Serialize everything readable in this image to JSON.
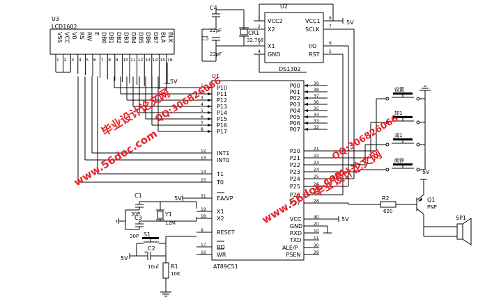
{
  "lcd": {
    "ref": "U3",
    "model": "LCD1602",
    "pins": [
      "VSS",
      "VCC",
      "V0",
      "RS",
      "RW",
      "E",
      "DB0",
      "DB1",
      "DB2",
      "DB3",
      "DB4",
      "DB5",
      "DB6",
      "DB7",
      "BLA",
      "BLK"
    ],
    "pin_numbers": [
      "1",
      "2",
      "3",
      "4",
      "5",
      "6",
      "7",
      "8",
      "9",
      "10",
      "11",
      "12",
      "13",
      "14",
      "15",
      "16"
    ],
    "supply": "5V"
  },
  "rtc": {
    "ref": "U2",
    "model": "DS1302",
    "left_pins": [
      {
        "no": "1",
        "name": "VCC2"
      },
      {
        "no": "2",
        "name": "X2"
      },
      {
        "no": "3",
        "name": "X1"
      },
      {
        "no": "4",
        "name": "GND"
      }
    ],
    "right_pins": [
      {
        "no": "8",
        "name": "VCC1"
      },
      {
        "no": "7",
        "name": "SCLK"
      },
      {
        "no": "6",
        "name": "I/O"
      },
      {
        "no": "5",
        "name": "RST"
      }
    ],
    "supply": "5V"
  },
  "crystal_rtc": {
    "c4_ref": "C4",
    "c4_value": "22pF",
    "c5_ref": "C5",
    "c5_value": "22pF",
    "xtal_ref": "CR1",
    "xtal_value": "32.768"
  },
  "mcu": {
    "ref": "U1",
    "model": "AT89C51",
    "left_pins": [
      {
        "no": "1",
        "name": "P10"
      },
      {
        "no": "2",
        "name": "P11"
      },
      {
        "no": "3",
        "name": "P12"
      },
      {
        "no": "4",
        "name": "P13"
      },
      {
        "no": "5",
        "name": "P14"
      },
      {
        "no": "6",
        "name": "P15"
      },
      {
        "no": "7",
        "name": "P16"
      },
      {
        "no": "8",
        "name": "P17"
      },
      {
        "no": "12",
        "name": "INT1"
      },
      {
        "no": "13",
        "name": "INT0"
      },
      {
        "no": "14",
        "name": "T1"
      },
      {
        "no": "15",
        "name": "T0"
      },
      {
        "no": "31",
        "name": "EA/VP"
      },
      {
        "no": "19",
        "name": "X1"
      },
      {
        "no": "18",
        "name": "X2"
      },
      {
        "no": "9",
        "name": "RESET"
      },
      {
        "no": "17",
        "name": "RD"
      },
      {
        "no": "16",
        "name": "WR"
      }
    ],
    "right_pins": [
      {
        "no": "39",
        "name": "P00"
      },
      {
        "no": "38",
        "name": "P01"
      },
      {
        "no": "37",
        "name": "P02"
      },
      {
        "no": "36",
        "name": "P03"
      },
      {
        "no": "35",
        "name": "P04"
      },
      {
        "no": "34",
        "name": "P05"
      },
      {
        "no": "33",
        "name": "P06"
      },
      {
        "no": "32",
        "name": "P07"
      },
      {
        "no": "21",
        "name": "P20"
      },
      {
        "no": "22",
        "name": "P21"
      },
      {
        "no": "23",
        "name": "P22"
      },
      {
        "no": "24",
        "name": "P23"
      },
      {
        "no": "25",
        "name": "P24"
      },
      {
        "no": "26",
        "name": "P25"
      },
      {
        "no": "27",
        "name": "P26"
      },
      {
        "no": "28",
        "name": "P27"
      },
      {
        "no": "40",
        "name": "VCC"
      },
      {
        "no": "20",
        "name": "GND"
      },
      {
        "no": "10",
        "name": "RXD"
      },
      {
        "no": "11",
        "name": "TXD"
      },
      {
        "no": "30",
        "name": "ALE/P"
      },
      {
        "no": "29",
        "name": "PSEN"
      }
    ],
    "supply": "5V"
  },
  "clock": {
    "c1_ref": "C1",
    "c1_value": "30P",
    "c3_ref": "C3",
    "c3_value": "30P",
    "xtal_ref": "Y1",
    "xtal_value": "12M"
  },
  "reset": {
    "switch_ref": "S1",
    "cap_ref": "C2",
    "cap_value": "10uf",
    "res_ref": "R1",
    "res_value": "10K",
    "supply": "5V"
  },
  "buttons": [
    "设置",
    "加1",
    "减1",
    "闹钟"
  ],
  "buzzer": {
    "res_ref": "R2",
    "res_value": "620",
    "transistor_ref": "Q1",
    "transistor_type": "PNP",
    "speaker_ref": "SP1",
    "supply": "5V"
  },
  "watermarks": [
    {
      "text": "毕业设计论文网"
    },
    {
      "text": "QQ:306826066"
    },
    {
      "text": "www.56doc.com"
    },
    {
      "text": "毕业设计论文网"
    },
    {
      "text": "QQ:306826066"
    },
    {
      "text": "www.56doc.com"
    }
  ],
  "colors": {
    "wire": "#000000",
    "watermark": "#e8232a"
  }
}
